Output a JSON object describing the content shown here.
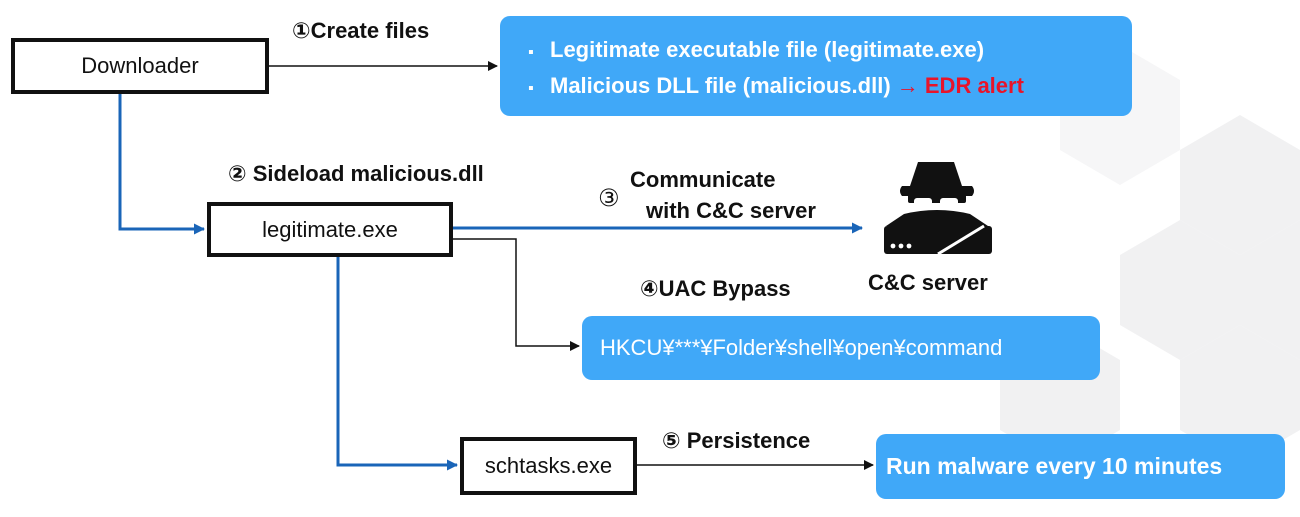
{
  "nodes": {
    "downloader": "Downloader",
    "legitimate": "legitimate.exe",
    "schtasks": "schtasks.exe"
  },
  "steps": {
    "create_files": "①Create files",
    "sideload": "② Sideload malicious.dll",
    "communicate_num": "③",
    "communicate_line1": "Communicate",
    "communicate_line2": "with C&C server",
    "uac": "④UAC Bypass",
    "persistence": "⑤ Persistence"
  },
  "files_box": {
    "bullet": "▪",
    "line1": "Legitimate executable file (legitimate.exe)",
    "line2": "Malicious DLL file (malicious.dll)",
    "alert": " → EDR alert"
  },
  "uac_box": "HKCU¥***¥Folder¥shell¥open¥command",
  "run_box": "Run malware every 10 minutes",
  "cc_server": {
    "label": "C&C server",
    "icon": "hacker-icon"
  },
  "colors": {
    "blue_arrow": "#1a65b8",
    "box_fill": "#40a8f8",
    "alert": "#e8142a"
  }
}
